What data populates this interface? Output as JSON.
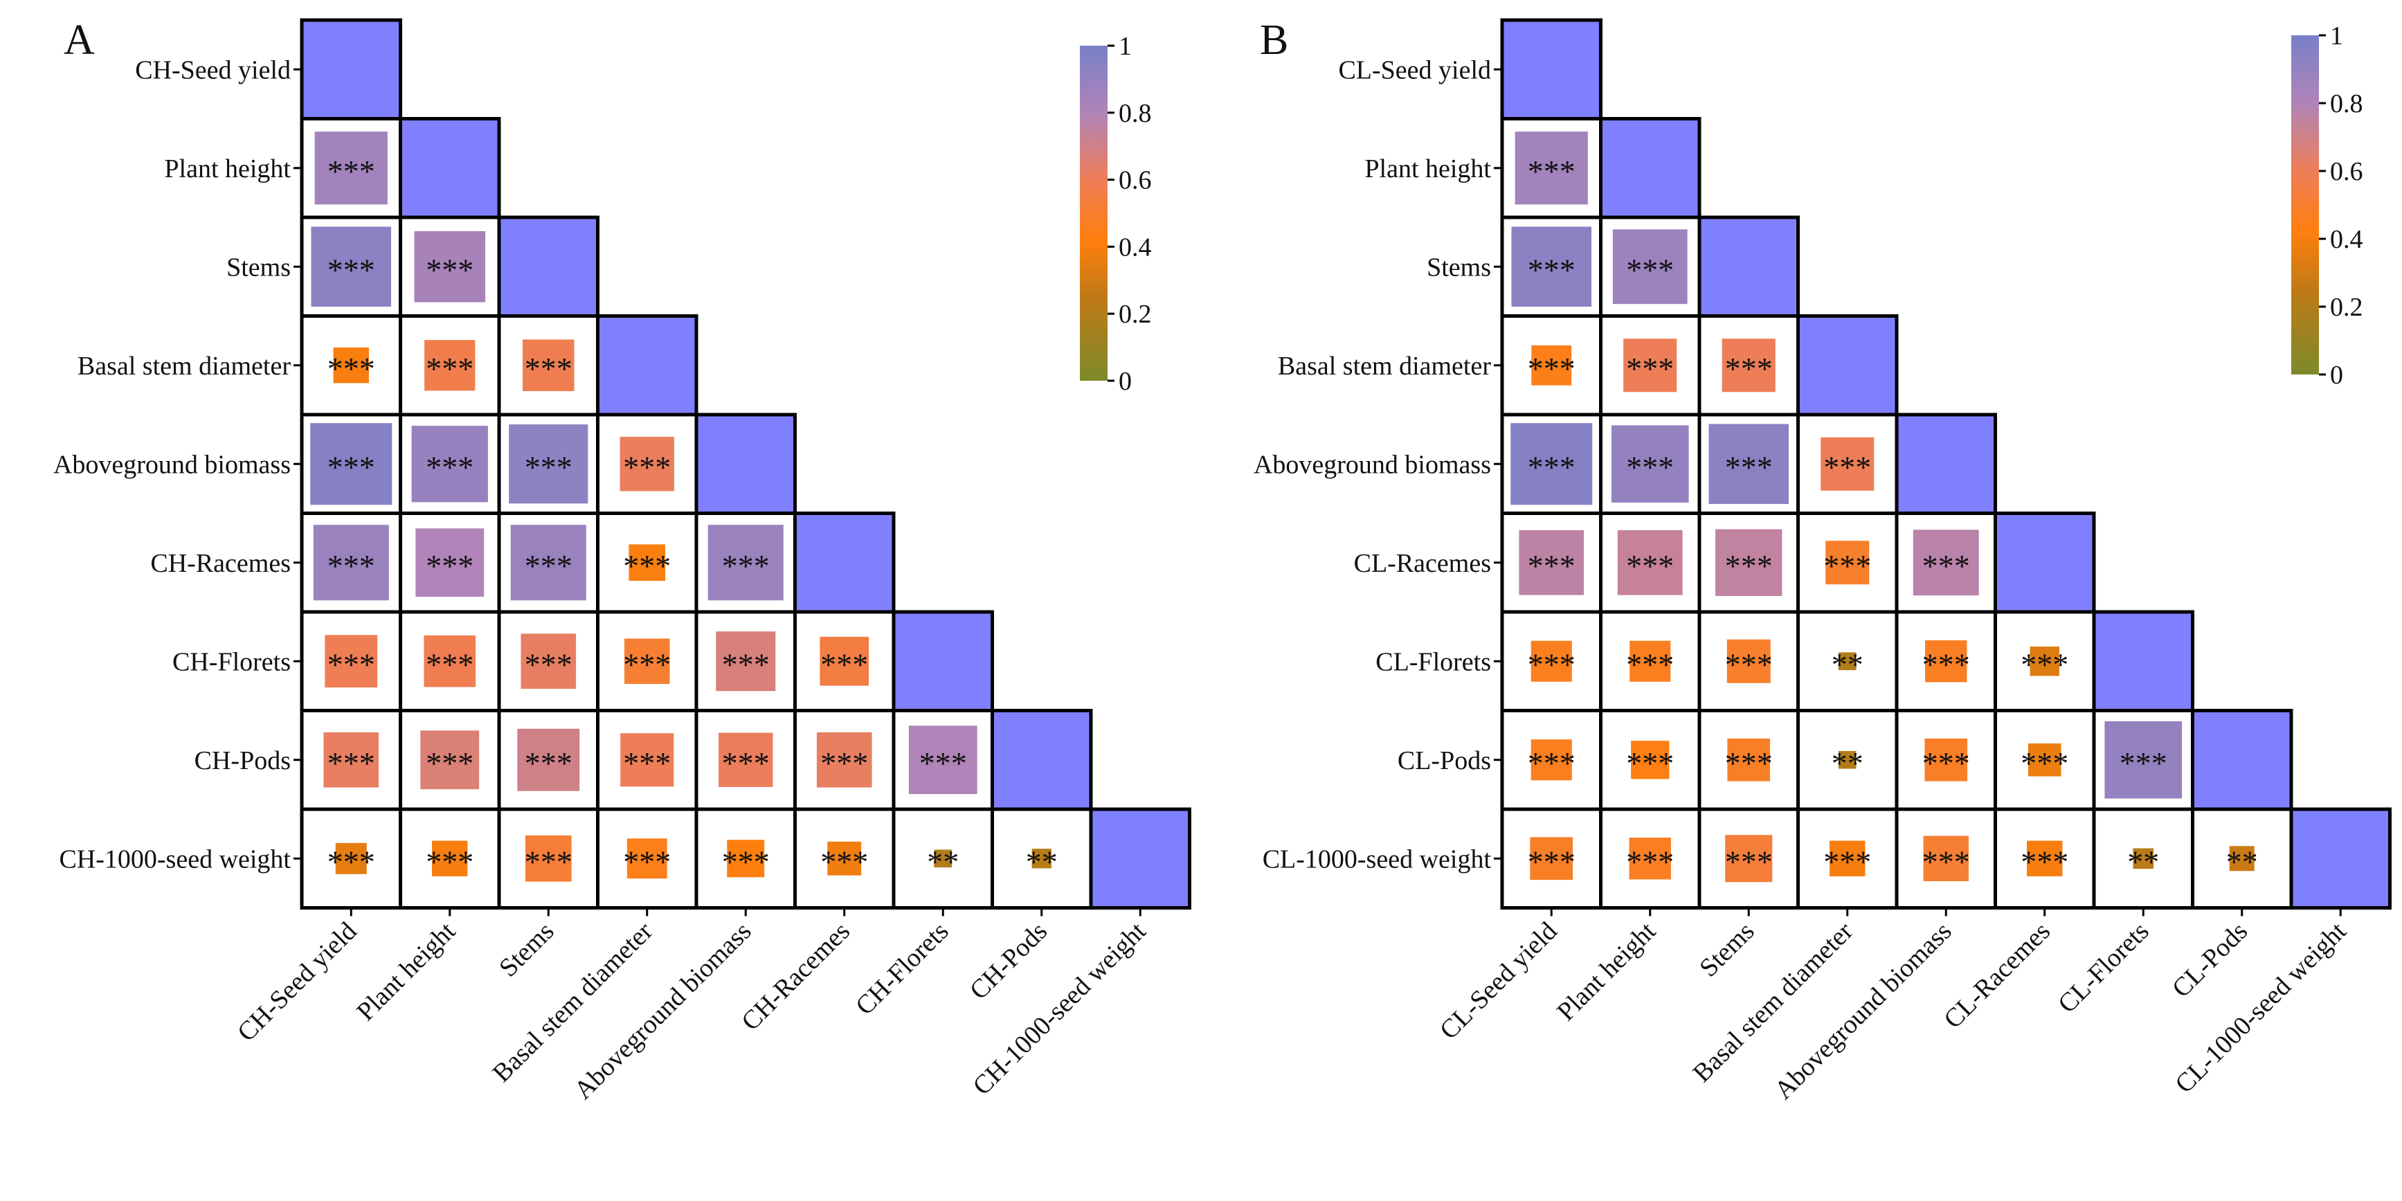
{
  "chart_data": [
    {
      "type": "heatmap",
      "panel_label": "A",
      "row_labels": [
        "CH-Seed yield",
        "Plant height",
        "Stems",
        "Basal stem diameter",
        "Aboveground biomass",
        "CH-Racemes",
        "CH-Florets",
        "CH-Pods",
        "CH-1000-seed weight"
      ],
      "col_labels": [
        "CH-Seed yield",
        "Plant height",
        "Stems",
        "Basal stem diameter",
        "Aboveground biomass",
        "CH-Racemes",
        "CH-Florets",
        "CH-Pods",
        "CH-1000-seed weight"
      ],
      "values": [
        [
          1
        ],
        [
          0.85,
          1
        ],
        [
          0.93,
          0.83,
          1
        ],
        [
          0.4,
          0.57,
          0.58,
          1
        ],
        [
          0.95,
          0.89,
          0.92,
          0.61,
          1
        ],
        [
          0.88,
          0.8,
          0.88,
          0.41,
          0.88,
          1
        ],
        [
          0.59,
          0.58,
          0.62,
          0.51,
          0.67,
          0.55,
          1
        ],
        [
          0.62,
          0.66,
          0.7,
          0.6,
          0.61,
          0.62,
          0.8,
          1
        ],
        [
          0.35,
          0.4,
          0.52,
          0.45,
          0.42,
          0.38,
          0.2,
          0.22,
          1
        ]
      ],
      "significance": [
        [
          ""
        ],
        [
          "***",
          ""
        ],
        [
          "***",
          "***",
          ""
        ],
        [
          "***",
          "***",
          "***",
          ""
        ],
        [
          "***",
          "***",
          "***",
          "***",
          ""
        ],
        [
          "***",
          "***",
          "***",
          "***",
          "***",
          ""
        ],
        [
          "***",
          "***",
          "***",
          "***",
          "***",
          "***",
          ""
        ],
        [
          "***",
          "***",
          "***",
          "***",
          "***",
          "***",
          "***",
          ""
        ],
        [
          "***",
          "***",
          "***",
          "***",
          "***",
          "***",
          "**",
          "**",
          ""
        ]
      ],
      "colorbar": {
        "min": 0,
        "max": 1,
        "ticks": [
          "0",
          "0.2",
          "0.4",
          "0.6",
          "0.8",
          "1"
        ]
      }
    },
    {
      "type": "heatmap",
      "panel_label": "B",
      "row_labels": [
        "CL-Seed yield",
        "Plant height",
        "Stems",
        "Basal stem diameter",
        "Aboveground biomass",
        "CL-Racemes",
        "CL-Florets",
        "CL-Pods",
        "CL-1000-seed weight"
      ],
      "col_labels": [
        "CL-Seed yield",
        "Plant height",
        "Stems",
        "Basal stem diameter",
        "Aboveground biomass",
        "CL-Racemes",
        "CL-Florets",
        "CL-Pods",
        "CL-1000-seed weight"
      ],
      "values": [
        [
          1
        ],
        [
          0.85,
          1
        ],
        [
          0.93,
          0.87,
          1
        ],
        [
          0.45,
          0.6,
          0.6,
          1
        ],
        [
          0.95,
          0.9,
          0.93,
          0.6,
          1
        ],
        [
          0.76,
          0.73,
          0.75,
          0.49,
          0.77,
          1
        ],
        [
          0.46,
          0.46,
          0.49,
          0.2,
          0.47,
          0.33,
          1
        ],
        [
          0.46,
          0.43,
          0.48,
          0.2,
          0.48,
          0.37,
          0.9,
          1
        ],
        [
          0.48,
          0.47,
          0.53,
          0.4,
          0.51,
          0.4,
          0.23,
          0.28,
          1
        ]
      ],
      "significance": [
        [
          ""
        ],
        [
          "***",
          ""
        ],
        [
          "***",
          "***",
          ""
        ],
        [
          "***",
          "***",
          "***",
          ""
        ],
        [
          "***",
          "***",
          "***",
          "***",
          ""
        ],
        [
          "***",
          "***",
          "***",
          "***",
          "***",
          ""
        ],
        [
          "***",
          "***",
          "***",
          "**",
          "***",
          "***",
          ""
        ],
        [
          "***",
          "***",
          "***",
          "**",
          "***",
          "***",
          "***",
          ""
        ],
        [
          "***",
          "***",
          "***",
          "***",
          "***",
          "***",
          "**",
          "**",
          ""
        ]
      ],
      "colorbar": {
        "min": 0,
        "max": 1,
        "ticks": [
          "0",
          "0.2",
          "0.4",
          "0.6",
          "0.8",
          "1"
        ]
      }
    }
  ]
}
